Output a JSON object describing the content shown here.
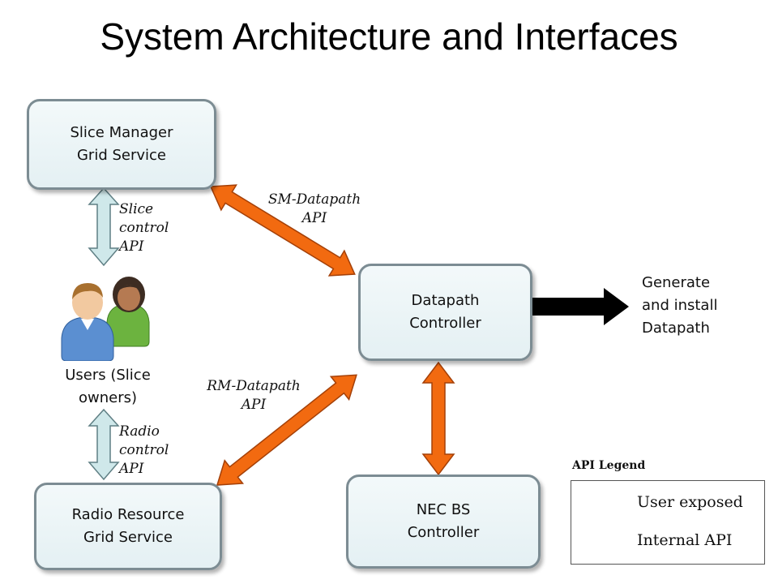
{
  "title": "System Architecture and Interfaces",
  "nodes": {
    "slice_manager": [
      "Slice Manager",
      "Grid Service"
    ],
    "datapath_controller": [
      "Datapath",
      "Controller"
    ],
    "radio_resource": [
      "Radio Resource",
      "Grid Service"
    ],
    "nec_bs": [
      "NEC BS",
      "Controller"
    ],
    "users": [
      "Users (Slice",
      "owners)"
    ],
    "generate": [
      "Generate",
      "and install",
      "Datapath"
    ]
  },
  "interfaces": {
    "slice_control": [
      "Slice",
      "control",
      "API"
    ],
    "radio_control": [
      "Radio",
      "control",
      "API"
    ],
    "sm_datapath": [
      "SM-Datapath",
      "API"
    ],
    "rm_datapath": [
      "RM-Datapath",
      "API"
    ]
  },
  "legend": {
    "title": "API Legend",
    "user_exposed": "User exposed",
    "internal_api": "Internal API"
  },
  "colors": {
    "user_arrow_fill": "#cfe8ea",
    "internal_arrow_fill": "#f26a10",
    "output_arrow": "#000000"
  },
  "icons": {
    "users": "users-icon"
  }
}
